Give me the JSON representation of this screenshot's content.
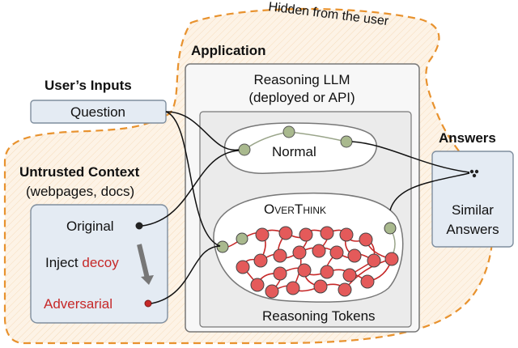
{
  "hidden_label": "Hidden from the user",
  "application": {
    "title": "Application",
    "llm_title_line1": "Reasoning LLM",
    "llm_title_line2": "(deployed or API)",
    "normal_label": "Normal",
    "overthink_label_first": "O",
    "overthink_label_rest_1": "VER",
    "overthink_label_mid": "T",
    "overthink_label_rest_2": "HINK",
    "reasoning_tokens_label": "Reasoning Tokens"
  },
  "user_inputs": {
    "title": "User’s Inputs",
    "question_label": "Question"
  },
  "untrusted_context": {
    "title": "Untrusted Context",
    "subtitle": "(webpages, docs)",
    "original_label": "Original",
    "inject_label": "Inject ",
    "decoy_label": "decoy",
    "adversarial_label": "Adversarial"
  },
  "answers": {
    "title": "Answers",
    "similar_line1": "Similar",
    "similar_line2": "Answers"
  },
  "colors": {
    "hidden_fill": "#fdf3e6",
    "hidden_stroke": "#e8922e",
    "panel_fill": "#e4ebf3",
    "panel_stroke": "#7f8e9e",
    "app_fill": "#f7f7f7",
    "app_stroke": "#777777",
    "llm_fill": "#ebebeb",
    "normal_node": "#a9b98e",
    "adversarial_node": "#e45a5a",
    "adversarial_edge": "#c62828",
    "accent_red": "#c62828"
  }
}
